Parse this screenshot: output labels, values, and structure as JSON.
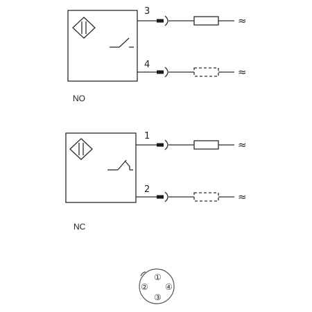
{
  "sections": {
    "no": {
      "label": "NO",
      "pin_top": "3",
      "pin_bottom": "4"
    },
    "nc": {
      "label": "NC",
      "pin_top": "1",
      "pin_bottom": "2"
    }
  },
  "ac_symbol": "≈",
  "connector": {
    "pins": [
      "①",
      "②",
      "③",
      "④"
    ]
  }
}
